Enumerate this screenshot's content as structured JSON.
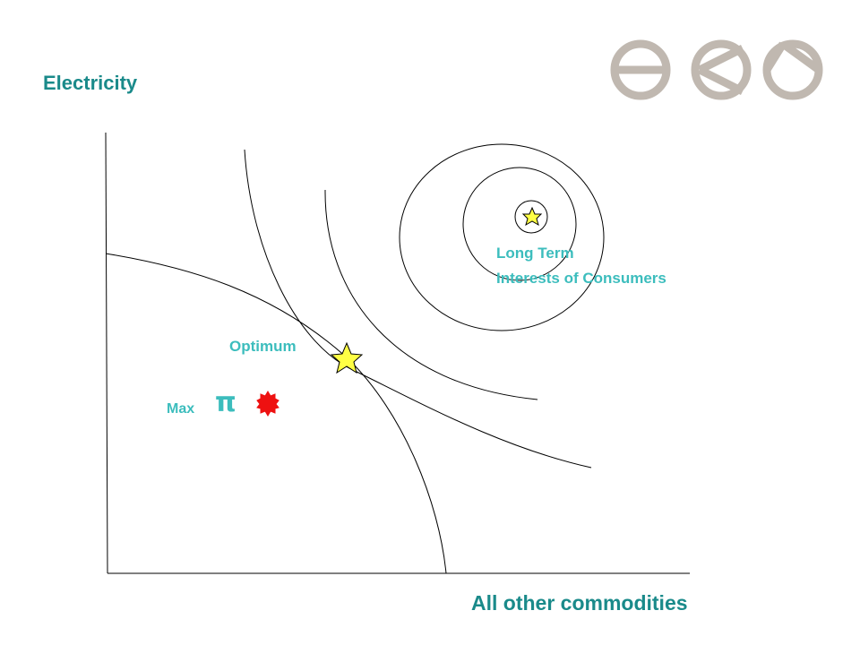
{
  "labels": {
    "y_axis": "Electricity",
    "x_axis": "All other commodities",
    "long_term_line1": "Long Term",
    "long_term_line2": "Interests of Consumers",
    "optimum": "Optimum",
    "max": "Max",
    "pi": "π"
  },
  "colors": {
    "y_axis_label": "#1a8a8a",
    "x_axis_label": "#1a8a8a",
    "annotation": "#3cbdbd",
    "logo": "#c0b8b0",
    "star_fill": "#ffff44",
    "profit_marker": "#ee1111",
    "lines": "#000000"
  },
  "icons": {
    "logo_glyphs": [
      "horizontal-bar-circle-icon",
      "diagonal-bar-circle-icon",
      "vertical-bar-circle-icon"
    ],
    "optimum_marker": "star-icon",
    "long_term_marker": "star-in-circle-icon",
    "max_profit_marker": "red-star-burst-icon"
  }
}
